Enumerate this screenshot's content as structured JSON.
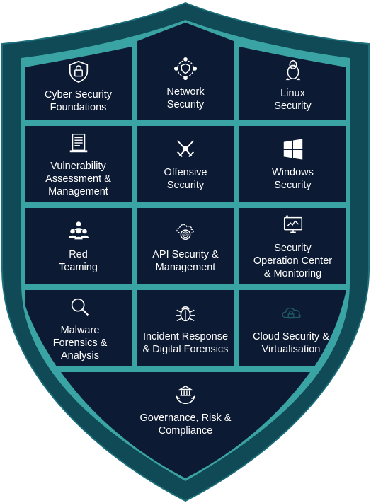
{
  "colors": {
    "shield_outer": "#0f4a56",
    "shield_border": "#1a6d78",
    "grid_lines": "#3aa3a3",
    "tile_bg": "#0c1a33",
    "text": "#ffffff"
  },
  "tiles": [
    {
      "label": "Cyber Security\nFoundations",
      "icon": "shield-lock-icon"
    },
    {
      "label": "Network\nSecurity",
      "icon": "network-shield-icon"
    },
    {
      "label": "Linux\nSecurity",
      "icon": "linux-penguin-icon"
    },
    {
      "label": "Vulnerability\nAssessment &\nManagement",
      "icon": "vulnerability-report-icon"
    },
    {
      "label": "Offensive\nSecurity",
      "icon": "crossed-swords-icon"
    },
    {
      "label": "Windows\nSecurity",
      "icon": "windows-logo-icon"
    },
    {
      "label": "Red\nTeaming",
      "icon": "team-group-icon"
    },
    {
      "label": "API Security &\nManagement",
      "icon": "api-cloud-gear-icon"
    },
    {
      "label": "Security\nOperation Center\n& Monitoring",
      "icon": "monitor-alert-icon"
    },
    {
      "label": "Malware\nForensics &\nAnalysis",
      "icon": "magnifier-icon"
    },
    {
      "label": "Incident Response\n& Digital Forensics",
      "icon": "bug-icon"
    },
    {
      "label": "Cloud Security &\nVirtualisation",
      "icon": "cloud-lock-icon"
    },
    {
      "label": "Governance, Risk &\nCompliance",
      "icon": "building-hands-icon"
    }
  ]
}
